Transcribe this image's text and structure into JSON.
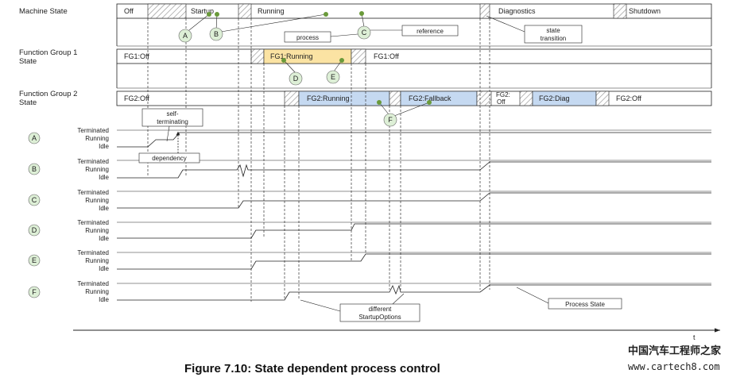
{
  "rows": {
    "machine_state": "Machine State",
    "fg1_state": [
      "Function Group 1",
      "State"
    ],
    "fg2_state": [
      "Function Group 2",
      "State"
    ]
  },
  "machine_states": [
    "Off",
    "Startup",
    "Running",
    "Diagnostics",
    "Shutdown"
  ],
  "fg1_states": [
    "FG1:Off",
    "FG1:Running",
    "FG1:Off"
  ],
  "fg2_states": [
    "FG2:Off",
    "FG2:Running",
    "FG2:Fallback",
    "FG2:",
    "Off",
    "FG2:Diag",
    "FG2:Off"
  ],
  "callout_letters": [
    "A",
    "B",
    "C",
    "D",
    "E",
    "F"
  ],
  "process_levels": [
    "Terminated",
    "Running",
    "Idle"
  ],
  "annotations": {
    "process": "process",
    "reference": "reference",
    "state_transition": [
      "state",
      "transition"
    ],
    "self_terminating": [
      "self-",
      "terminating"
    ],
    "dependency": "dependency",
    "different_startup": [
      "different",
      "StartupOptions"
    ],
    "process_state": "Process State"
  },
  "time_axis": "t",
  "caption": "Figure 7.10: State dependent process control",
  "watermark": {
    "line1": "中国汽车工程师之家",
    "line2": "www.cartech8.com"
  },
  "colors": {
    "fg_running_fill": "#FBE3A3",
    "fg2_fill": "#C5D9F1",
    "callout_fill": "#DDEFD6",
    "dot": "#6A9A3A",
    "line": "#222222"
  }
}
